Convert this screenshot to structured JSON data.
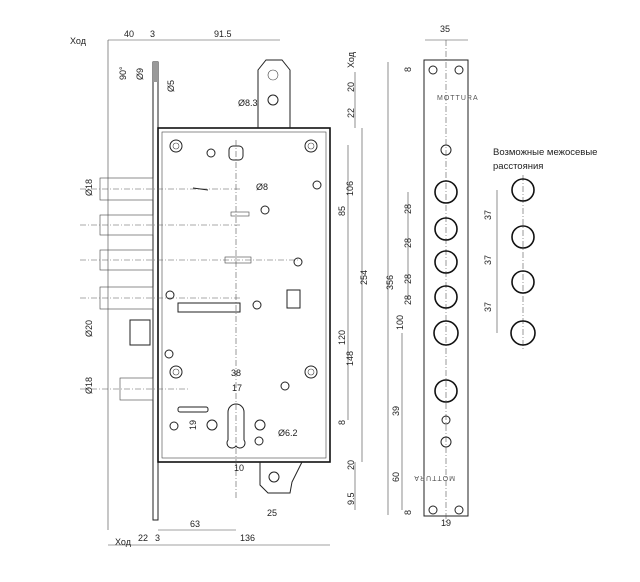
{
  "caption": {
    "line1": "Возможные межосевые",
    "line2": "расстояния"
  },
  "brand": "MOTTURA",
  "travel_label": "Ход",
  "dimensions": {
    "top": [
      "40",
      "3",
      "91.5",
      "35"
    ],
    "left": [
      "90°",
      "Ø9",
      "Ø5",
      "Ø8.3",
      "Ø8",
      "Ø18",
      "Ø20",
      "Ø18"
    ],
    "body_right": [
      "20",
      "22",
      "106",
      "85",
      "254",
      "356",
      "120",
      "148",
      "8",
      "20",
      "9.5"
    ],
    "strike": [
      "8",
      "28",
      "28",
      "28",
      "28",
      "100",
      "39",
      "60",
      "8",
      "19"
    ],
    "spacing": [
      "37",
      "37",
      "37"
    ],
    "cylinder": [
      "38",
      "17",
      "19",
      "Ø6.2",
      "10",
      "25"
    ],
    "bottom": [
      "63",
      "22",
      "3",
      "136"
    ]
  }
}
